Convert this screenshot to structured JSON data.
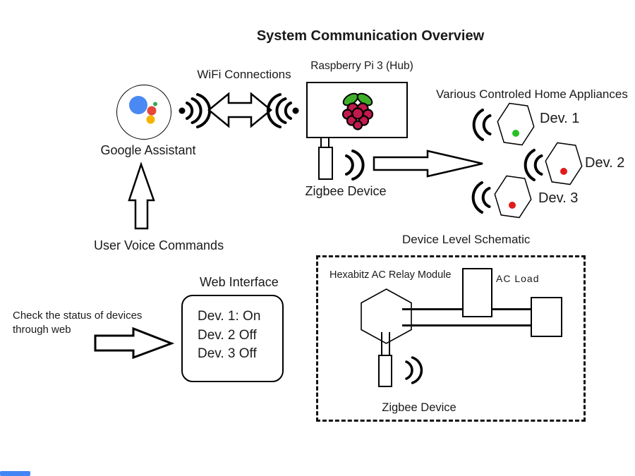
{
  "title": "System Communication Overview",
  "assistant": {
    "label": "Google Assistant"
  },
  "wifi_label": "WiFi Connections",
  "hub": {
    "label": "Raspberry Pi 3 (Hub)",
    "zigbee_label": "Zigbee Device"
  },
  "user_voice_label": "User Voice Commands",
  "appliances": {
    "heading": "Various Controled Home Appliances",
    "devices": [
      {
        "label": "Dev. 1",
        "led_color": "#27c127"
      },
      {
        "label": "Dev. 2",
        "led_color": "#e01b1b"
      },
      {
        "label": "Dev. 3",
        "led_color": "#e01b1b"
      }
    ]
  },
  "web": {
    "heading": "Web Interface",
    "note_line1": "Check the status of devices",
    "note_line2": "through web",
    "status_lines": [
      "Dev. 1: On",
      "Dev. 2 Off",
      "Dev. 3 Off"
    ]
  },
  "schematic": {
    "heading": "Device Level Schematic",
    "relay_label": "Hexabitz AC Relay Module",
    "ac_load_label": "AC Load",
    "zigbee_label": "Zigbee Device"
  },
  "colors": {
    "assistant_blue": "#4a89f4",
    "assistant_red": "#e5473b",
    "assistant_green": "#34a853",
    "assistant_yellow": "#f4b400",
    "leaf_green": "#3fae2a",
    "berry_red": "#c21a4e",
    "led_on_green": "#27c127",
    "led_off_red": "#e01b1b",
    "progress_blue": "#4285f4"
  }
}
